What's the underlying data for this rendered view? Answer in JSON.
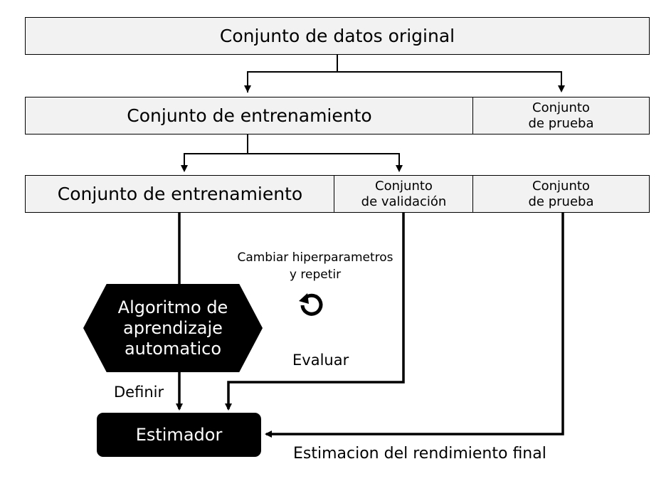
{
  "boxes": {
    "original": "Conjunto de datos original",
    "train1": "Conjunto de entrenamiento",
    "test1": "Conjunto\nde prueba",
    "train2": "Conjunto de entrenamiento",
    "validation": "Conjunto\nde validación",
    "test2": "Conjunto\nde prueba"
  },
  "algorithm": "Algoritmo de\naprendizaje\nautomatico",
  "estimator": "Estimador",
  "labels": {
    "hyperparams": "Cambiar hiperparametros\ny repetir",
    "evaluate": "Evaluar",
    "define": "Definir",
    "final": "Estimacion del rendimiento final"
  },
  "icons": {
    "repeat": "refresh-icon"
  }
}
